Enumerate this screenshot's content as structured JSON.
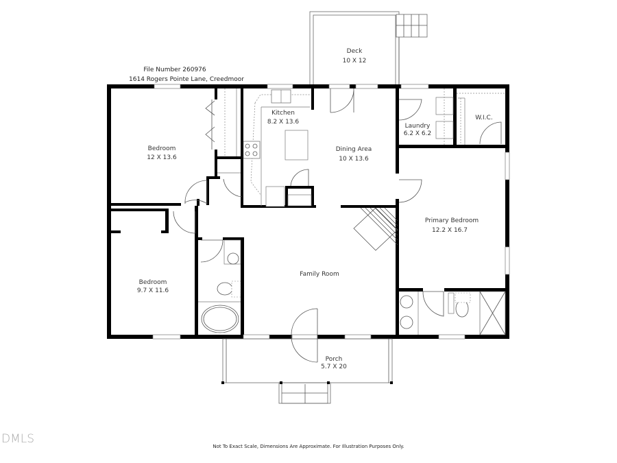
{
  "header": {
    "file_number": "File Number 260976",
    "address": "1614 Rogers Pointe Lane, Creedmoor"
  },
  "rooms": [
    {
      "id": "deck",
      "name": "Deck",
      "dims": "10 X 12"
    },
    {
      "id": "bedroom-1",
      "name": "Bedroom",
      "dims": "12 X 13.6"
    },
    {
      "id": "kitchen",
      "name": "Kitchen",
      "dims": "8.2 X 13.6"
    },
    {
      "id": "dining",
      "name": "Dining Area",
      "dims": "10 X 13.6"
    },
    {
      "id": "laundry",
      "name": "Laundry",
      "dims": "6.2 X 6.2"
    },
    {
      "id": "wic",
      "name": "W.I.C.",
      "dims": ""
    },
    {
      "id": "primary-bedroom",
      "name": "Primary Bedroom",
      "dims": "12.2 X 16.7"
    },
    {
      "id": "bedroom-2",
      "name": "Bedroom",
      "dims": "9.7 X 11.6"
    },
    {
      "id": "family-room",
      "name": "Family Room",
      "dims": ""
    },
    {
      "id": "porch",
      "name": "Porch",
      "dims": "5.7 X 20"
    }
  ],
  "footer": {
    "disclaimer": "Not To Exact Scale, Dimensions Are Approximate. For Illustration Purposes Only."
  },
  "watermark": "DMLS"
}
